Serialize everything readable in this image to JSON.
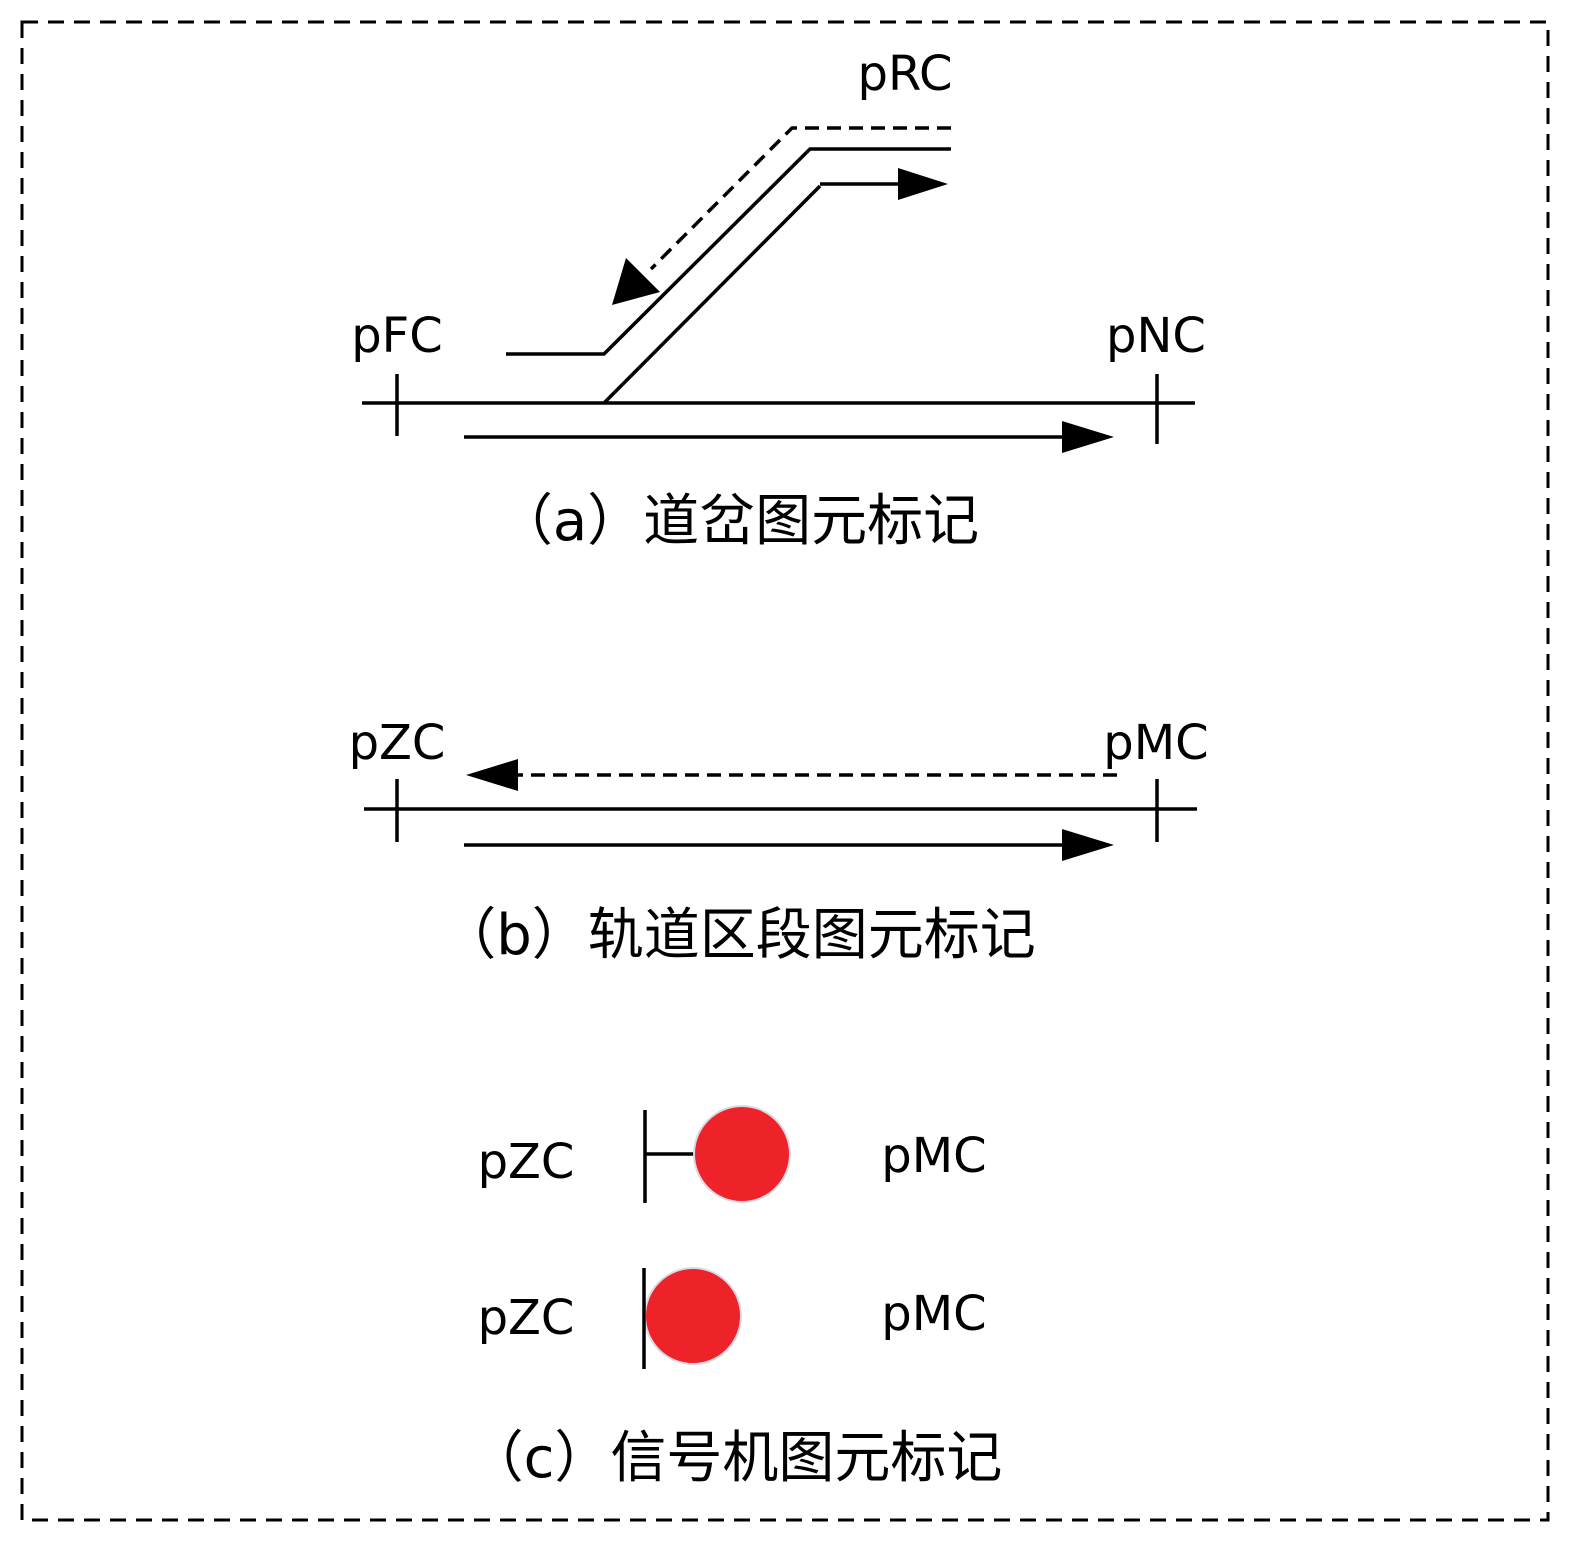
{
  "colors": {
    "line": "#000000",
    "signal_red": "#ee2229",
    "signal_edge": "#d9d9e6",
    "background": "#ffffff"
  },
  "panel_a": {
    "label_reverse": "pRC",
    "label_front": "pFC",
    "label_normal": "pNC",
    "caption": "（a）道岔图元标记"
  },
  "panel_b": {
    "label_left": "pZC",
    "label_right": "pMC",
    "caption": "（b）轨道区段图元标记"
  },
  "panel_c": {
    "signal_1": {
      "label_left": "pZC",
      "label_right": "pMC"
    },
    "signal_2": {
      "label_left": "pZC",
      "label_right": "pMC"
    },
    "caption": "（c）信号机图元标记"
  }
}
